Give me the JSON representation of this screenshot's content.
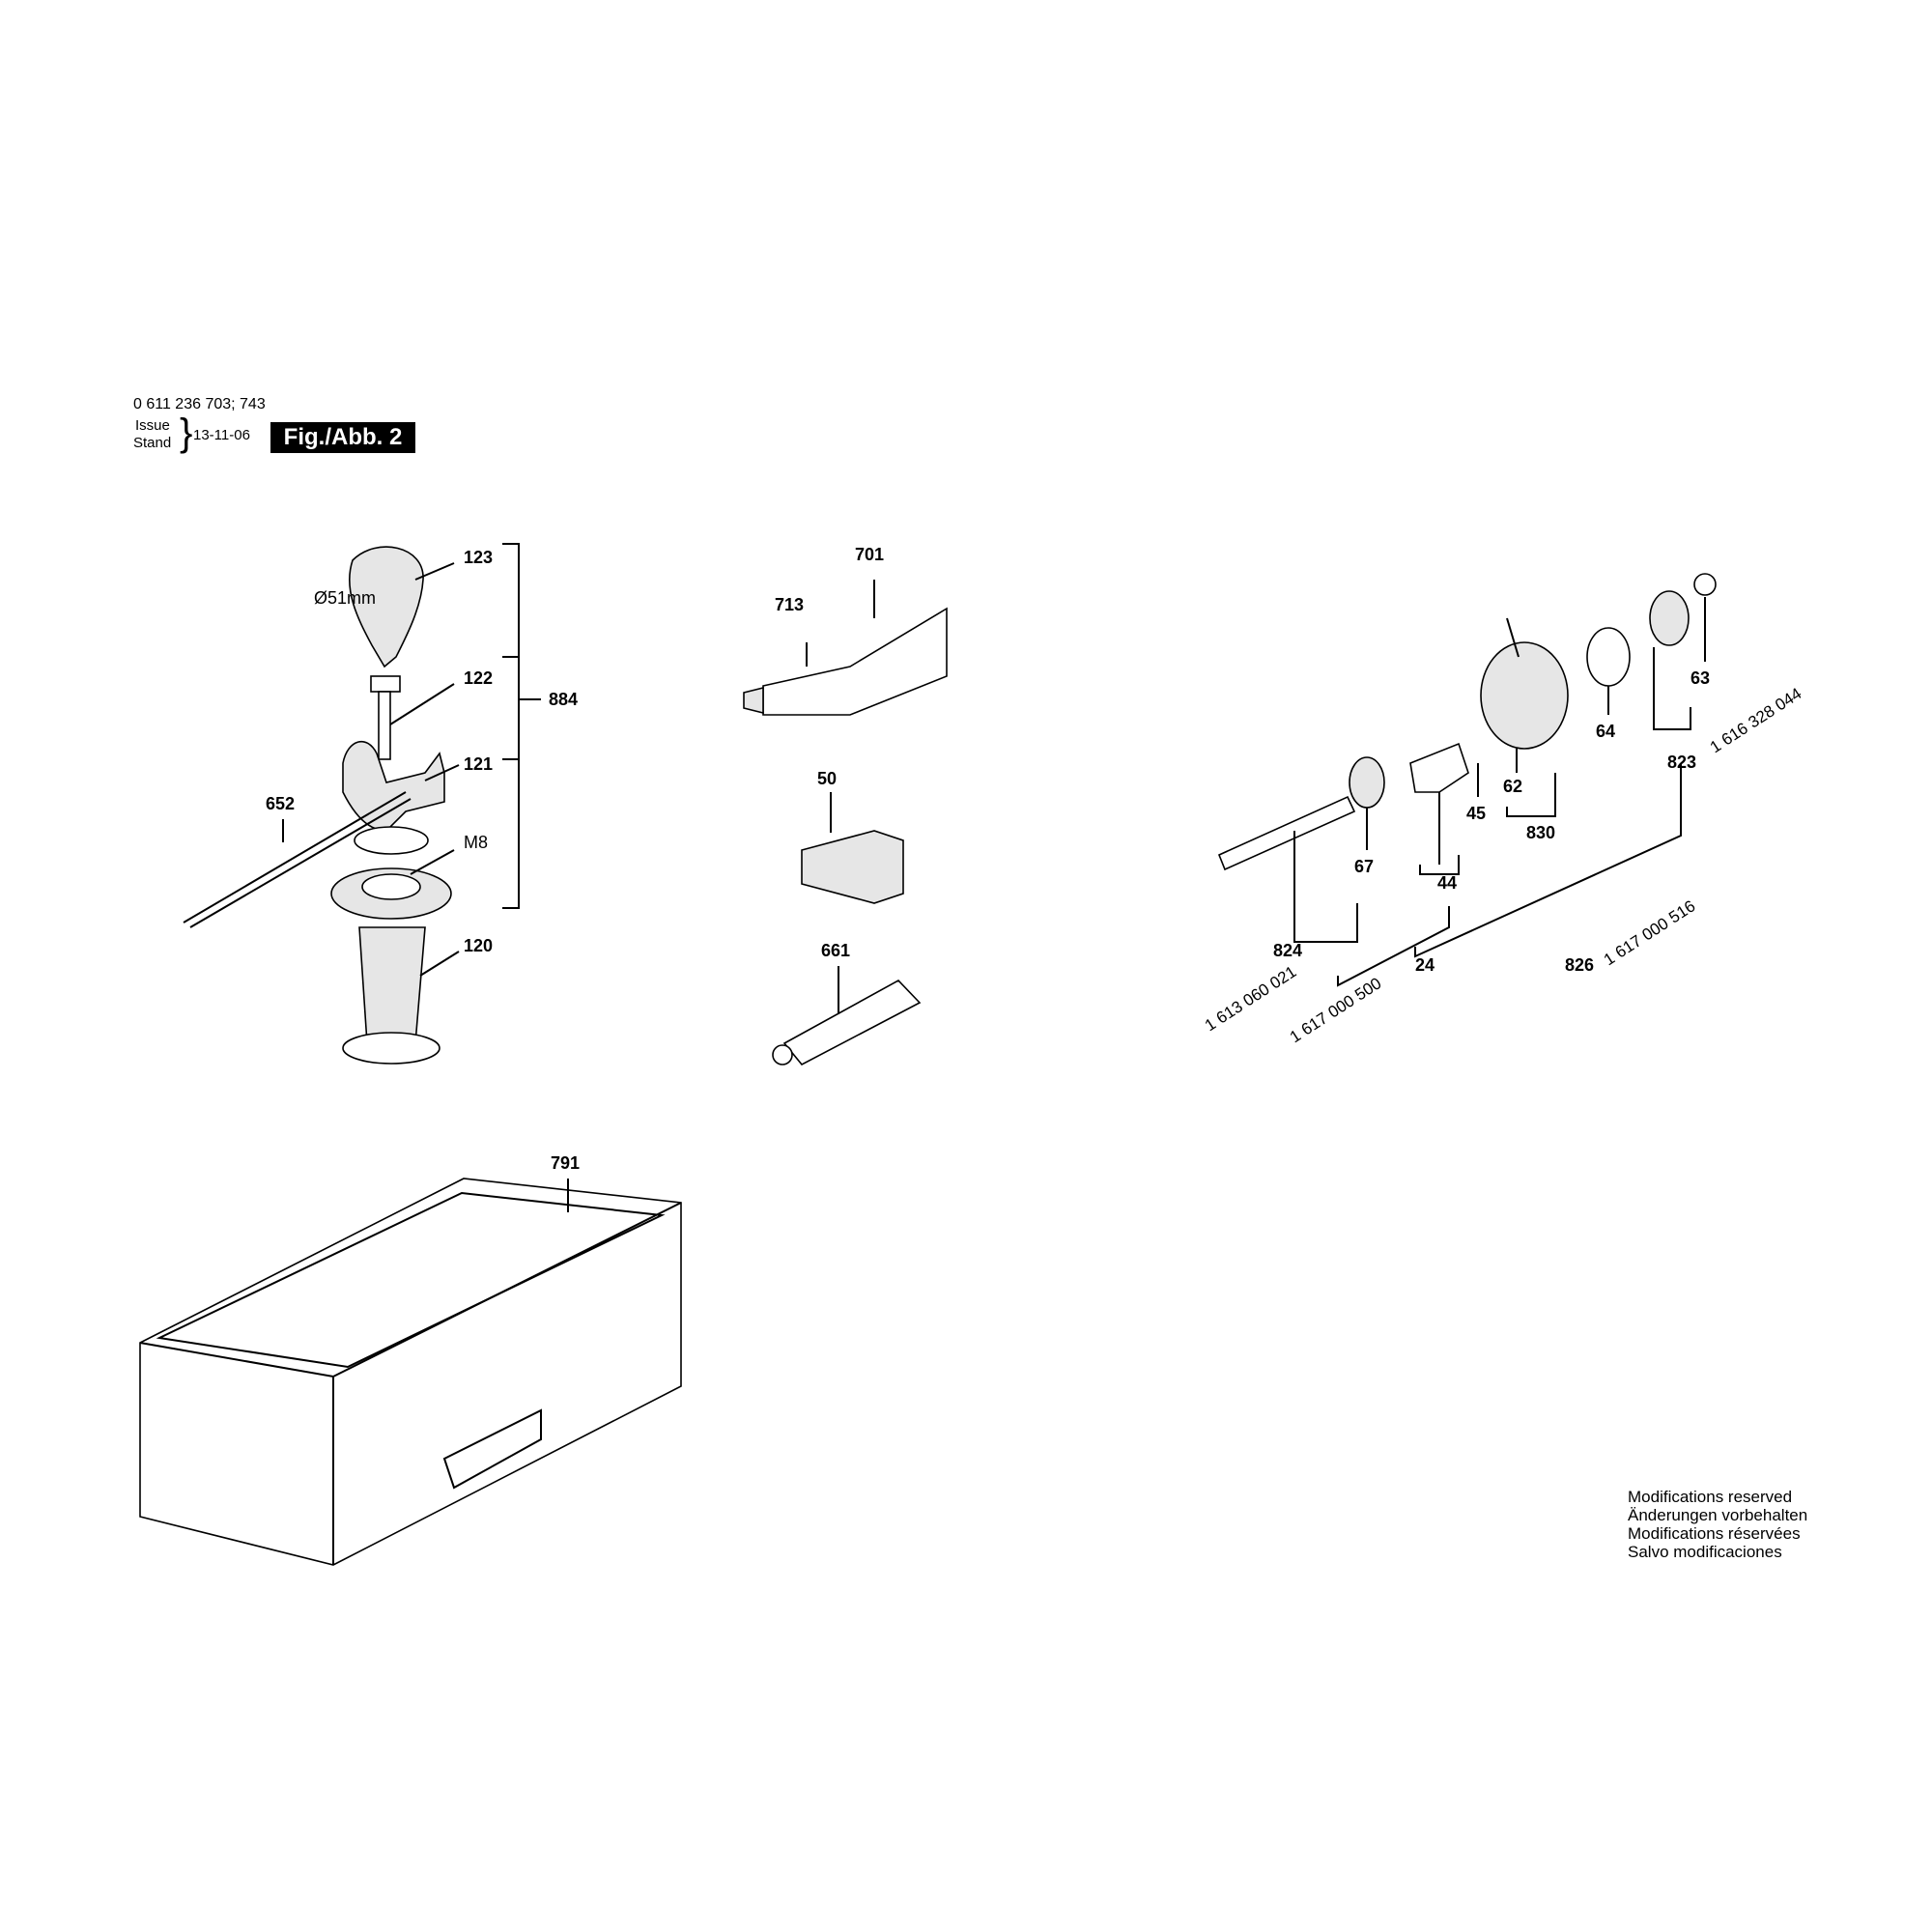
{
  "header": {
    "model_numbers": "0 611 236 703; 743",
    "issue_label": "Issue",
    "stand_label": "Stand",
    "date": "13-11-06",
    "figure_label": "Fig./Abb. 2"
  },
  "labels": {
    "p123": "123",
    "p122": "122",
    "p121": "121",
    "p884": "884",
    "p652": "652",
    "m8": "M8",
    "p120": "120",
    "dia": "Ø51mm",
    "p701": "701",
    "p713": "713",
    "p50": "50",
    "p661": "661",
    "p791": "791",
    "p63": "63",
    "p64": "64",
    "p62": "62",
    "p830": "830",
    "p45": "45",
    "p44": "44",
    "p67": "67",
    "p824": "824",
    "p24": "24",
    "p826": "826",
    "p823": "823",
    "pn_1616328044": "1 616 328 044",
    "pn_1613060021": "1 613 060 021",
    "pn_1617000500": "1 617 000 500",
    "pn_1617000516": "1 617 000 516"
  },
  "footer": {
    "line1": "Modifications reserved",
    "line2": "Änderungen vorbehalten",
    "line3": "Modifications réservées",
    "line4": "Salvo modificaciones"
  }
}
